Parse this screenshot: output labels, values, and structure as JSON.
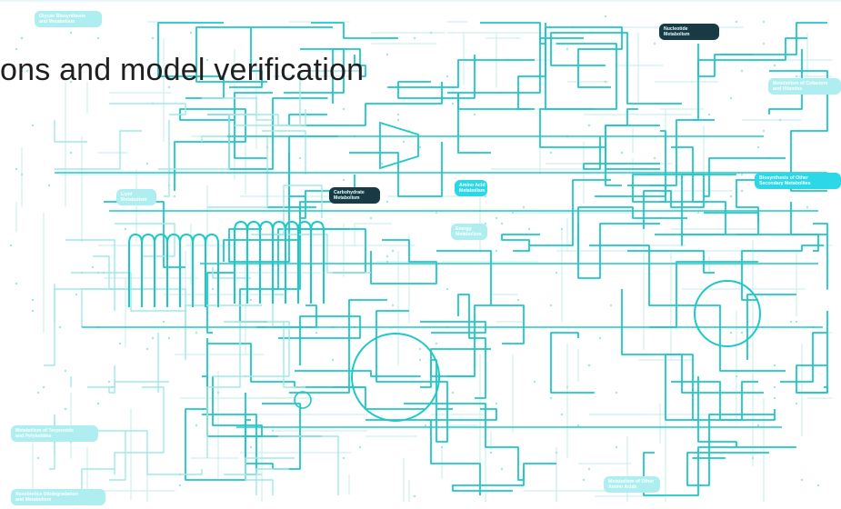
{
  "slide": {
    "title": "ons and model verification"
  },
  "diagram": {
    "colors": {
      "main": "#1fc8c8",
      "light": "#9fe8e8",
      "faint": "#cfeff0",
      "pale_label": "#aeeef0",
      "dark_label": "#173a44",
      "bright_label": "#2ad8e8"
    },
    "labels": [
      {
        "id": "glycan",
        "text": "Glycan Biosynthesis and Metabolism",
        "style": "pale"
      },
      {
        "id": "nucleotide",
        "text": "Nucleotide Metabolism",
        "style": "dark"
      },
      {
        "id": "cofactors",
        "text": "Metabolism of Cofactors and Vitamins",
        "style": "pale"
      },
      {
        "id": "carbohydrate",
        "text": "Carbohydrate Metabolism",
        "style": "dark"
      },
      {
        "id": "secondary",
        "text": "Biosynthesis of Other Secondary Metabolites",
        "style": "bright"
      },
      {
        "id": "lipid",
        "text": "Lipid Metabolism",
        "style": "pale"
      },
      {
        "id": "energy",
        "text": "Energy Metabolism",
        "style": "pale"
      },
      {
        "id": "amino",
        "text": "Amino Acid Metabolism",
        "style": "bright"
      },
      {
        "id": "terpenoids",
        "text": "Metabolism of Terpenoids and Polyketides",
        "style": "pale"
      },
      {
        "id": "xenobiotics",
        "text": "Xenobiotics Biodegradation and Metabolism",
        "style": "pale"
      },
      {
        "id": "other_amino",
        "text": "Metabolism of Other Amino Acids",
        "style": "pale"
      }
    ]
  }
}
